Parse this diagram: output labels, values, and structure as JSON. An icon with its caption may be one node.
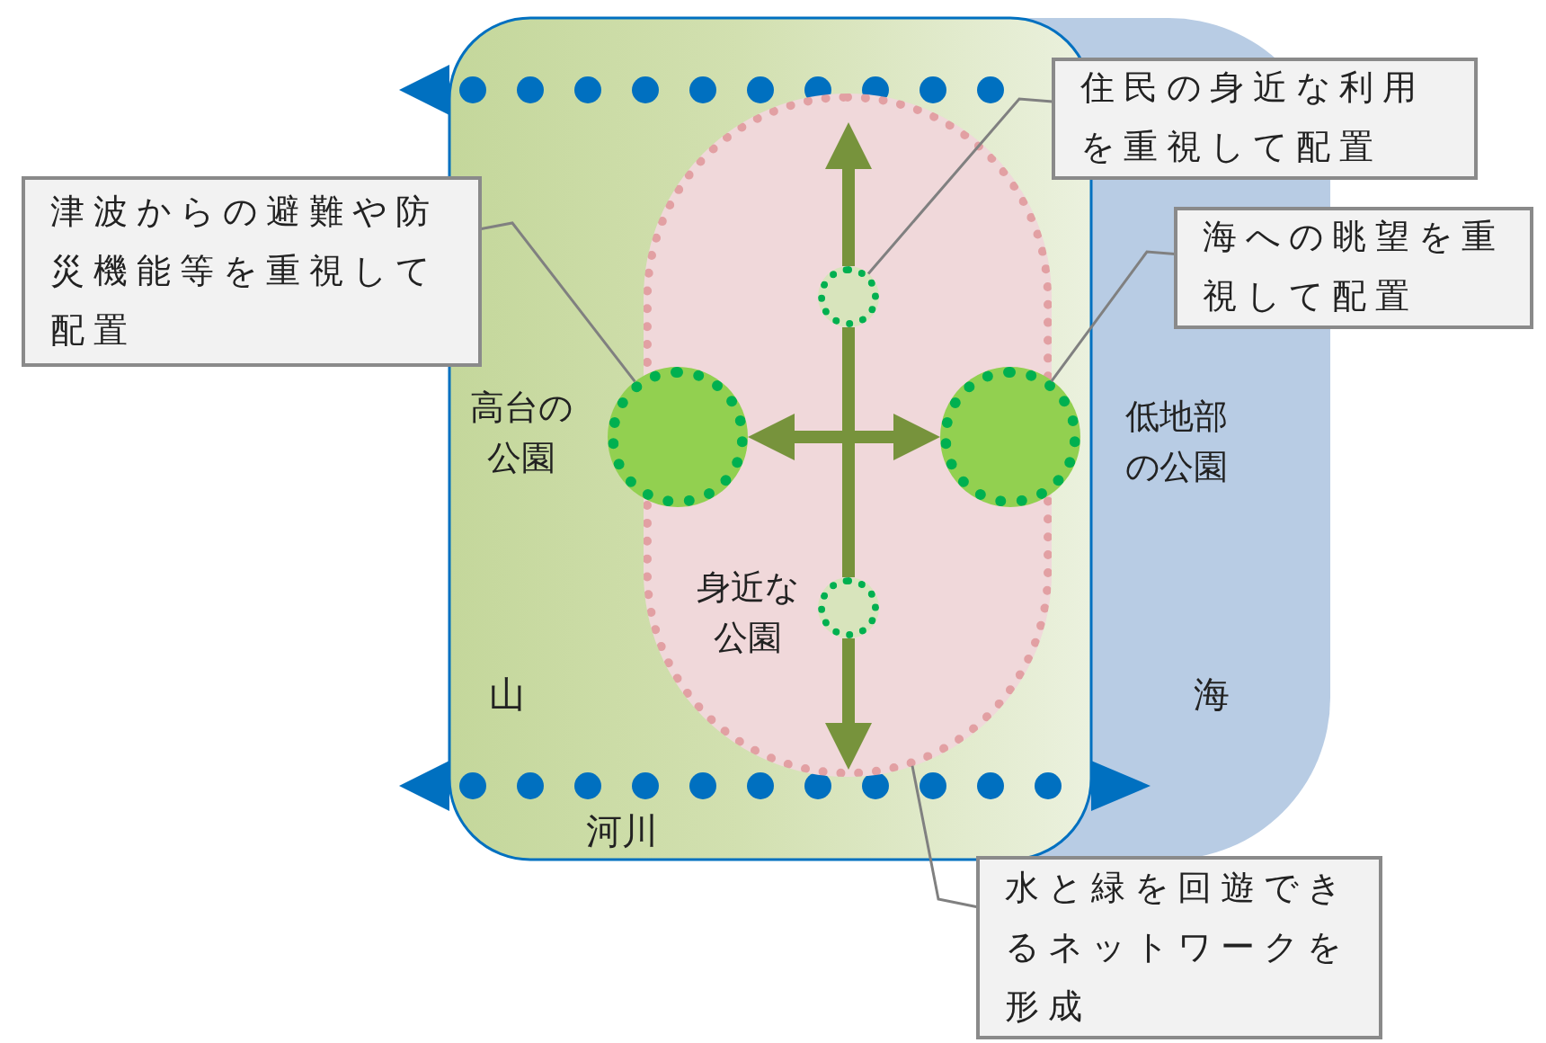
{
  "diagram": {
    "nodes": [
      {
        "text": [
          "津波からの避難や防災機能等を重視して配置"
        ]
      },
      {
        "text": [
          "住民の身近な利用を重視して配置"
        ]
      },
      {
        "text": [
          "海への眺望を重視して配置"
        ]
      },
      {
        "text": [
          "水と緑を回遊できるネットワークを形成"
        ]
      },
      {
        "text": [],
        "shape": "oval"
      },
      {
        "text": [],
        "shape": "circle",
        "in": 4
      },
      {
        "text": [],
        "shape": "circle",
        "beside": [
          "高台の公園"
        ]
      },
      {
        "text": [],
        "shape": "circle",
        "beside": [
          "低地部の公園"
        ]
      },
      {
        "text": [],
        "shape": "circle",
        "in": 4,
        "beside": [
          "身近な公園"
        ]
      }
    ],
    "edges": [
      {
        "from": 0,
        "to": 6,
        "arrow": "none",
        "color": "#808080"
      },
      {
        "from": 1,
        "to": 5,
        "arrow": "none",
        "color": "#808080"
      },
      {
        "from": 2,
        "to": 7,
        "arrow": "none",
        "color": "#808080"
      },
      {
        "from": 3,
        "to": 4,
        "arrow": "none",
        "color": "#808080"
      },
      {
        "from": null,
        "to": 6,
        "arrow": "to"
      },
      {
        "from": null,
        "to": 7,
        "arrow": "to"
      },
      {
        "from": 5,
        "to": null,
        "arrow": "to"
      },
      {
        "from": 8,
        "to": null,
        "arrow": "to"
      },
      {
        "from": 5,
        "to": 8,
        "arrow": "none"
      }
    ],
    "labels": [
      "山",
      "海",
      "河川"
    ]
  }
}
